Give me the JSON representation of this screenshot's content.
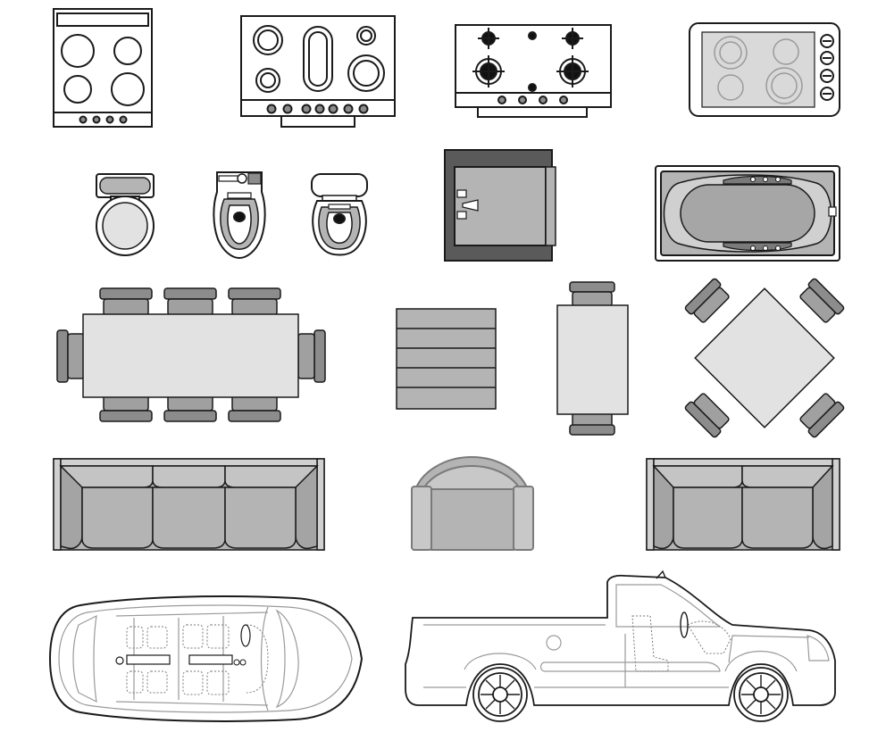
{
  "sheet": {
    "title": "",
    "colors": {
      "background": "#ffffff",
      "outline": "#1a1a1a",
      "light_fill": "#e2e2e2",
      "mid_fill": "#b4b4b4",
      "dark_fill": "#8c8c8c",
      "darkest_fill": "#5a5a5a",
      "thin_line": "#9a9a9a"
    }
  },
  "symbols": [
    {
      "name": "stove-4-burner",
      "kind": "appliance",
      "icon": "stove-icon"
    },
    {
      "name": "range-6-burner",
      "kind": "appliance",
      "icon": "range-icon"
    },
    {
      "name": "gas-cooktop",
      "kind": "appliance",
      "icon": "gas-hob-icon"
    },
    {
      "name": "induction-cooktop",
      "kind": "appliance",
      "icon": "induction-hob-icon"
    },
    {
      "name": "toilet-round",
      "kind": "bathroom",
      "icon": "toilet-icon"
    },
    {
      "name": "toilet-elongated",
      "kind": "bathroom",
      "icon": "toilet-icon"
    },
    {
      "name": "toilet-compact",
      "kind": "bathroom",
      "icon": "toilet-icon"
    },
    {
      "name": "shower-cabinet",
      "kind": "bathroom",
      "icon": "shower-icon"
    },
    {
      "name": "bathtub",
      "kind": "bathroom",
      "icon": "bathtub-icon"
    },
    {
      "name": "dining-table-8",
      "kind": "furniture",
      "icon": "dining-table-icon"
    },
    {
      "name": "dresser",
      "kind": "furniture",
      "icon": "drawers-icon"
    },
    {
      "name": "table-2-chairs",
      "kind": "furniture",
      "icon": "table-icon"
    },
    {
      "name": "square-table-4",
      "kind": "furniture",
      "icon": "table-icon"
    },
    {
      "name": "sofa-3-seat",
      "kind": "furniture",
      "icon": "sofa-icon"
    },
    {
      "name": "armchair",
      "kind": "furniture",
      "icon": "armchair-icon"
    },
    {
      "name": "sofa-2-seat",
      "kind": "furniture",
      "icon": "sofa-icon"
    },
    {
      "name": "car-top-view",
      "kind": "vehicle",
      "icon": "car-icon"
    },
    {
      "name": "pickup-side-view",
      "kind": "vehicle",
      "icon": "truck-icon"
    }
  ]
}
